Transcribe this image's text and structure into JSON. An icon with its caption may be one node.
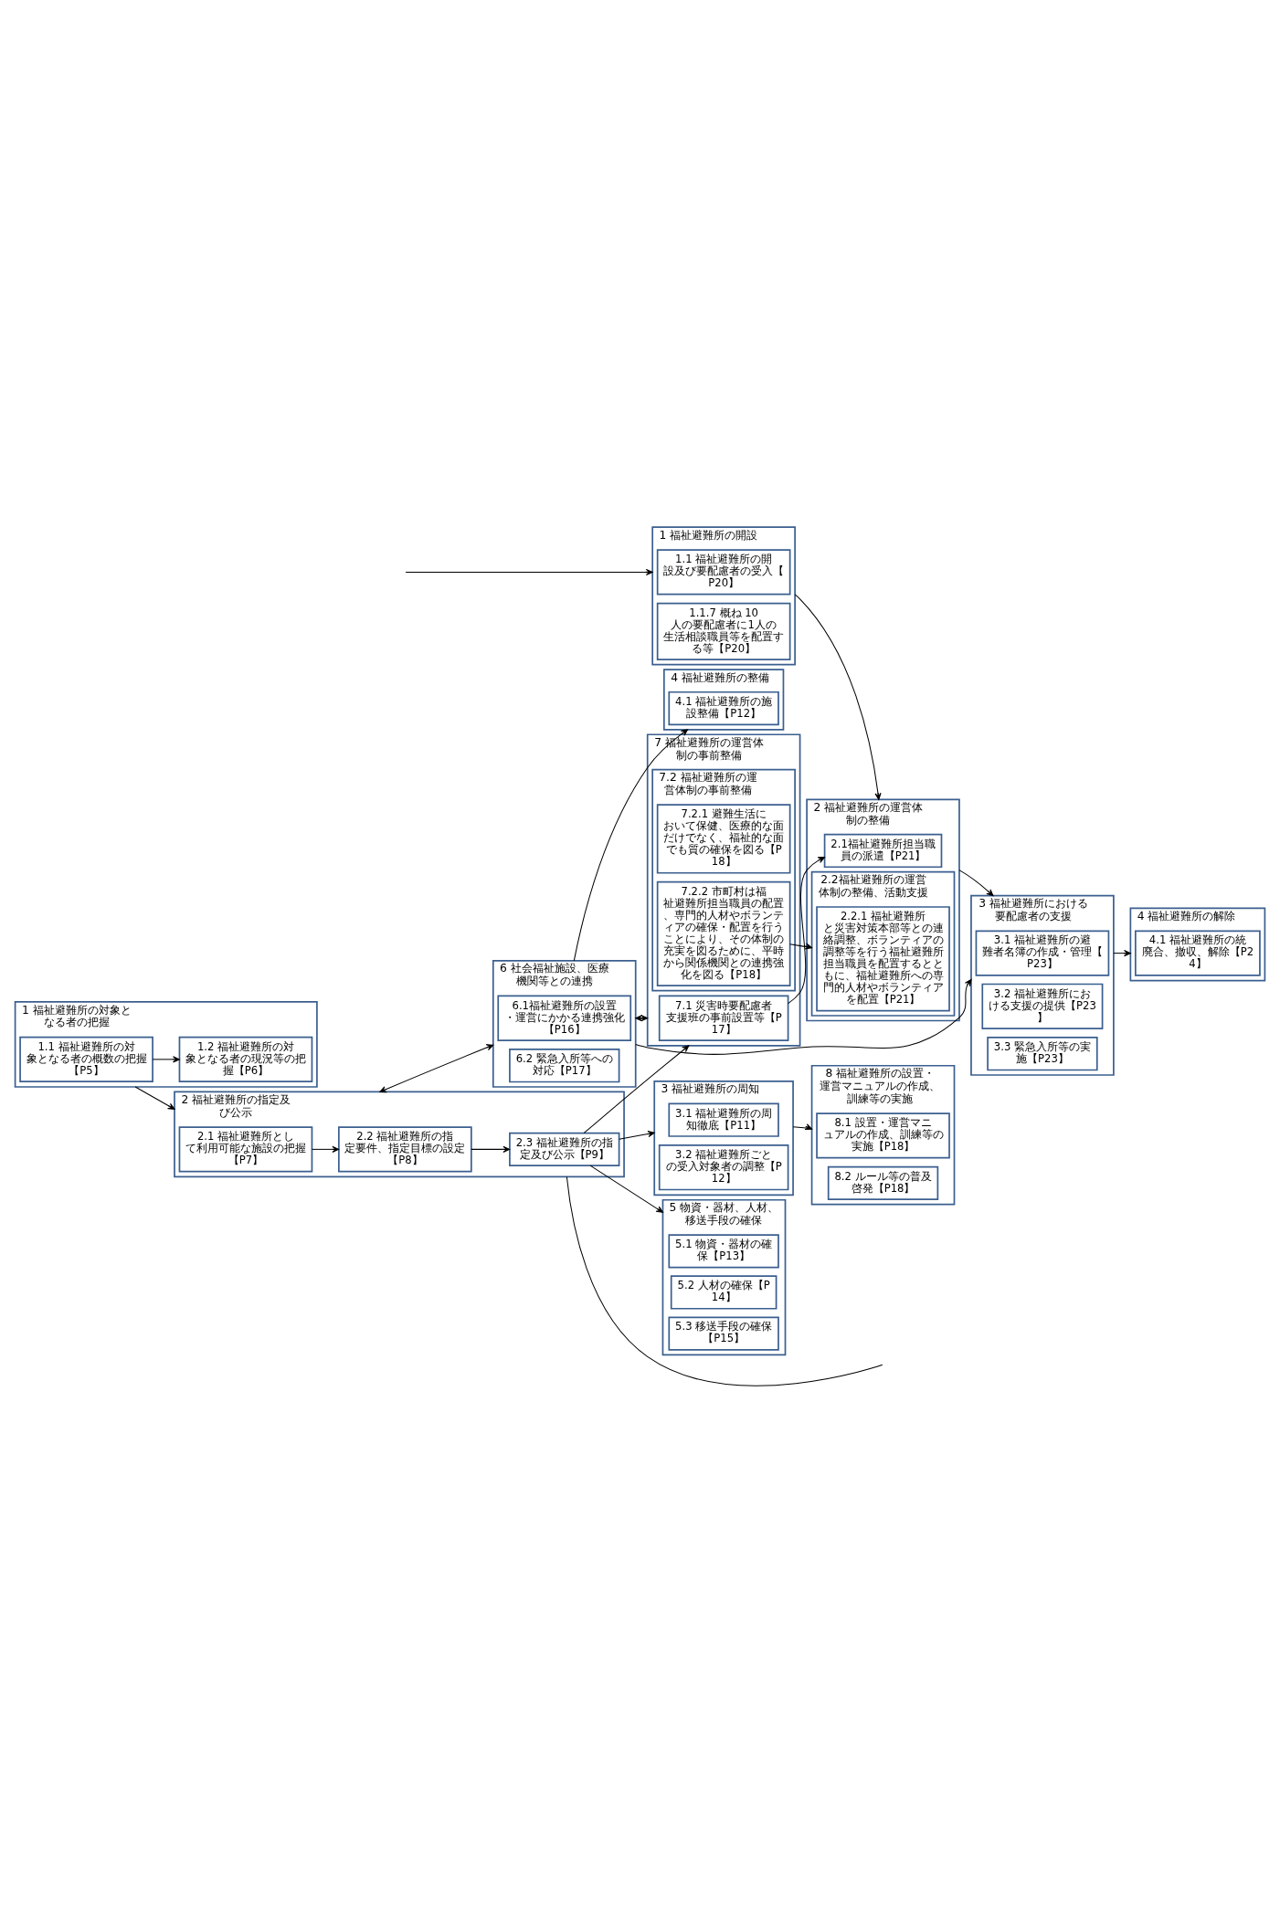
{
  "diagram": {
    "nodes": [
      {
        "text": [
          "1 福祉避難所の対象となる者の把握"
        ]
      },
      {
        "text": [
          "1.1 福祉避難所の対象となる者の概数の把握【P5】"
        ],
        "in": 0
      },
      {
        "text": [
          "1.2 福祉避難所の対象となる者の現況等の把握【P6】"
        ],
        "in": 0
      },
      {
        "text": [
          "2 福祉避難所の指定及び公示"
        ]
      },
      {
        "text": [
          "2.1 福祉避難所として利用可能な施設の把握【P7】"
        ],
        "in": 3
      },
      {
        "text": [
          "2.2 福祉避難所の指定要件、指定目標の設定【P8】"
        ],
        "in": 3
      },
      {
        "text": [
          "2.3 福祉避難所の指定及び公示【P9】"
        ],
        "in": 3
      },
      {
        "text": [
          "3 福祉避難所の周知"
        ]
      },
      {
        "text": [
          "3.1 福祉避難所の周知徹底【P11】"
        ],
        "in": 7
      },
      {
        "text": [
          "3.2 福祉避難所ごとの受入対象者の調整【P12】"
        ],
        "in": 7
      },
      {
        "text": [
          "4 福祉避難所の整備"
        ]
      },
      {
        "text": [
          "4.1 福祉避難所の施設整備【P12】"
        ],
        "in": 10
      },
      {
        "text": [
          "5 物資・器材、人材、移送手段の確保"
        ]
      },
      {
        "text": [
          "5.1 物資・器材の確保【P13】"
        ],
        "in": 12
      },
      {
        "text": [
          "5.2 人材の確保【P14】"
        ],
        "in": 12
      },
      {
        "text": [
          "5.3 移送手段の確保【P15】"
        ],
        "in": 12
      },
      {
        "text": [
          "6 社会福祉施設、医療機関等との連携"
        ]
      },
      {
        "text": [
          "6.1福祉避難所の設置・運営にかかる連携強化【P16】"
        ],
        "in": 16
      },
      {
        "text": [
          "6.2 緊急入所等への対応【P17】"
        ],
        "in": 16
      },
      {
        "text": [
          "7 福祉避難所の運営体制の事前整備"
        ]
      },
      {
        "text": [
          "7.1 災害時要配慮者支援班の事前設置等【P17】"
        ],
        "in": 19
      },
      {
        "text": [
          "7.2 福祉避難所の運営体制の事前整備"
        ],
        "in": 19
      },
      {
        "text": [
          "7.2.1 避難生活において保健、医療的な面だけでなく、福祉的な面でも質の確保を図る【P18】"
        ],
        "in": 21
      },
      {
        "text": [
          "7.2.2 市町村は福祉避難所担当職員の配置、専門的人材やボランティアの確保・配置を行うことにより、その体制の充実を図るために、平時から関係機関との連携強化を図る【P18】"
        ],
        "in": 21
      },
      {
        "text": [
          "8 福祉避難所の設置・運営マニュアルの作成、訓練等の実施"
        ]
      },
      {
        "text": [
          "8.1 設置・運営マニュアルの作成、訓練等の実施【P18】"
        ],
        "in": 24
      },
      {
        "text": [
          "8.2 ルール等の普及啓発【P18】"
        ],
        "in": 24
      },
      {
        "text": [
          "1 福祉避難所の開設"
        ]
      },
      {
        "text": [
          "1.1 福祉避難所の開設及び要配慮者の受入【P20】"
        ],
        "in": 27
      },
      {
        "text": [
          "1.1.7 概ね 10 人の要配慮者に1人の生活相談職員等を配置する等【P20】"
        ],
        "in": 27
      },
      {
        "text": [
          "2 福祉避難所の運営体制の整備"
        ]
      },
      {
        "text": [
          "2.1福祉避難所担当職員の派遣【P21】"
        ],
        "in": 30
      },
      {
        "text": [
          "2.2福祉避難所の運営体制の整備、活動支援"
        ],
        "in": 30
      },
      {
        "text": [
          "2.2.1 福祉避難所と災害対策本部等との連絡調整、ボランティアの調整等を行う福祉避難所担当職員を配置するとともに、福祉避難所への専門的人材やボランティアを配置【P21】"
        ],
        "in": 32
      },
      {
        "text": [
          "3 福祉避難所における要配慮者の支援"
        ]
      },
      {
        "text": [
          "3.1 福祉避難所の避難者名簿の作成・管理【P23】"
        ],
        "in": 34
      },
      {
        "text": [
          "3.2 福祉避難所における支援の提供【P23】"
        ],
        "in": 34
      },
      {
        "text": [
          "3.3 緊急入所等の実施【P23】"
        ],
        "in": 34
      },
      {
        "text": [
          "4 福祉避難所の解除"
        ]
      },
      {
        "text": [
          "4.1 福祉避難所の統廃合、撤収、解除【P24】"
        ],
        "in": 38
      }
    ],
    "edges": [
      {
        "from": 1,
        "to": 2,
        "arrow": "to"
      },
      {
        "from": 0,
        "to": 3,
        "arrow": "to"
      },
      {
        "from": 4,
        "to": 5,
        "arrow": "to"
      },
      {
        "from": 5,
        "to": 6,
        "arrow": "to"
      },
      {
        "from": 6,
        "to": 7,
        "arrow": "to"
      },
      {
        "from": 7,
        "to": 24,
        "arrow": "to"
      },
      {
        "from": 6,
        "to": 12,
        "arrow": "to"
      },
      {
        "from": 6,
        "to": 19,
        "arrow": "to"
      },
      {
        "from": 16,
        "to": 10,
        "arrow": "to"
      },
      {
        "from": 16,
        "to": 19,
        "arrow": "both"
      },
      {
        "from": 3,
        "to": 16,
        "arrow": "both"
      },
      {
        "from": 3,
        "to": null,
        "arrow": "none"
      },
      {
        "from": 16,
        "to": 34,
        "arrow": "to"
      },
      {
        "from": 20,
        "to": 31,
        "arrow": "to"
      },
      {
        "from": 23,
        "to": 32,
        "arrow": "to"
      },
      {
        "from": null,
        "to": 27,
        "arrow": "to"
      },
      {
        "from": 27,
        "to": 30,
        "arrow": "to"
      },
      {
        "from": 30,
        "to": 34,
        "arrow": "to"
      },
      {
        "from": 34,
        "to": 38,
        "arrow": "to"
      }
    ]
  }
}
